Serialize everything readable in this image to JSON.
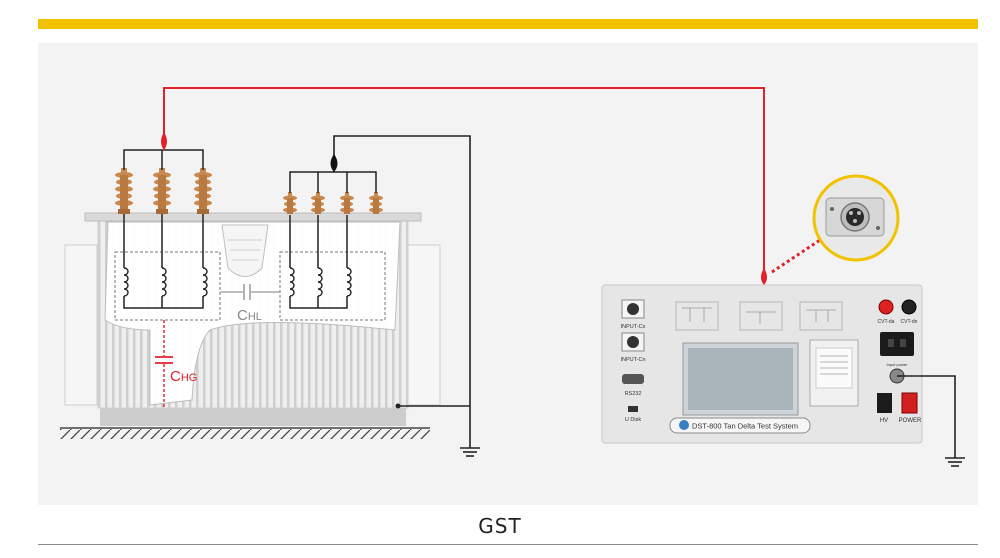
{
  "caption": "GST",
  "capacitors": {
    "chg": {
      "main": "C",
      "sub": "HG"
    },
    "chl": {
      "main": "C",
      "sub": "HL"
    }
  },
  "device": {
    "model_label": "DST-800 Tan Delta Test System",
    "input_cx": "INPUT-Cx",
    "input_cn": "INPUT-Cn",
    "rs232": "RS232",
    "udisk": "U Disk",
    "cvt_da": "CVT-da",
    "cvt_dn": "CVT-dn",
    "input_power": "Input power",
    "hv": "HV",
    "power": "POWER"
  },
  "colors": {
    "accent_bar": "#f2c200",
    "hv_wire": "#e0202a",
    "ground_wire": "#222222",
    "bushing": "#c98a52",
    "capacitor": "#e0202a"
  }
}
